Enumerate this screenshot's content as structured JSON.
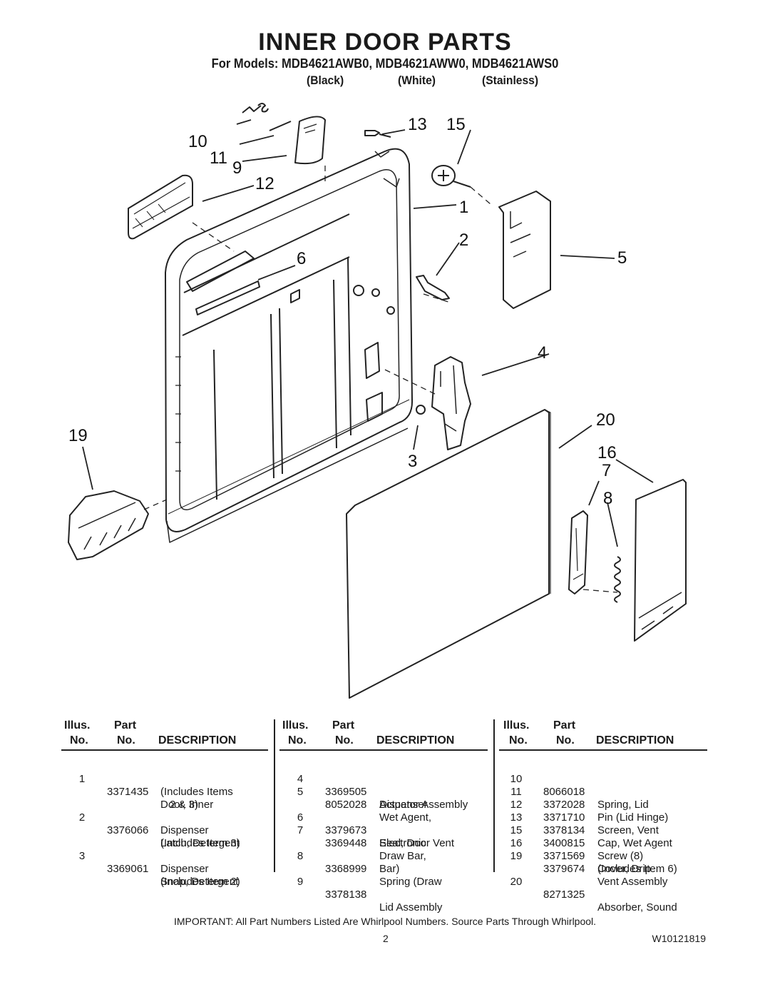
{
  "title": "INNER DOOR PARTS",
  "models": "For Models: MDB4621AWB0, MDB4621AWW0, MDB4621AWS0",
  "colors": [
    "(Black)",
    "(White)",
    "(Stainless)"
  ],
  "callouts": [
    "1",
    "2",
    "3",
    "4",
    "5",
    "6",
    "7",
    "8",
    "9",
    "10",
    "11",
    "12",
    "13",
    "15",
    "16",
    "19",
    "20"
  ],
  "table": {
    "headers": {
      "illus": "Illus.",
      "part": "Part",
      "no": "No.",
      "no2": "No.",
      "description": "DESCRIPTION"
    },
    "columns": [
      [
        {
          "illus": "1",
          "part": "3371435",
          "desc": [
            "Door, Inner",
            "(Includes Items",
            "2 & 3)"
          ]
        },
        {
          "illus": "2",
          "part": "3376066",
          "desc": [
            "Latch, Detergent",
            "Dispenser",
            "(Includes Item 3)"
          ]
        },
        {
          "illus": "3",
          "part": "3369061",
          "desc": [
            "Snap, Detergent",
            "Dispenser",
            "(Includes Item 2)"
          ]
        }
      ],
      [
        {
          "illus": "4",
          "part": "3369505",
          "desc": [
            "Actuator Assembly"
          ]
        },
        {
          "illus": "5",
          "part": "8052028",
          "desc": [
            "Wet Agent,",
            "Dispenser"
          ]
        },
        {
          "illus": "6",
          "part": "3379673",
          "desc": [
            "Seal, Door Vent"
          ]
        },
        {
          "illus": "7",
          "part": "3369448",
          "desc": [
            "Draw Bar,",
            "Electronic"
          ]
        },
        {
          "illus": "8",
          "part": "3368999",
          "desc": [
            "Spring (Draw",
            "Bar)"
          ]
        },
        {
          "illus": "9",
          "part": "3378138",
          "desc": [
            "Lid Assembly"
          ]
        }
      ],
      [
        {
          "illus": "10",
          "part": "8066018",
          "desc": [
            "Spring, Lid"
          ]
        },
        {
          "illus": "11",
          "part": "3372028",
          "desc": [
            "Pin (Lid Hinge)"
          ]
        },
        {
          "illus": "12",
          "part": "3371710",
          "desc": [
            "Screen, Vent"
          ]
        },
        {
          "illus": "13",
          "part": "3378134",
          "desc": [
            "Cap, Wet Agent"
          ]
        },
        {
          "illus": "15",
          "part": "3400815",
          "desc": [
            "Screw (8)"
          ]
        },
        {
          "illus": "16",
          "part": "3371569",
          "desc": [
            "Cover, Drip"
          ]
        },
        {
          "illus": "19",
          "part": "3379674",
          "desc": [
            "Vent Assembly",
            "(Includes Item 6)"
          ]
        },
        {
          "illus": "20",
          "part": "8271325",
          "desc": [
            "Absorber, Sound"
          ]
        }
      ]
    ]
  },
  "footnote": "IMPORTANT: All Part Numbers Listed Are Whirlpool Numbers. Source Parts Through Whirlpool.",
  "page_number": "2",
  "document_number": "W10121819"
}
